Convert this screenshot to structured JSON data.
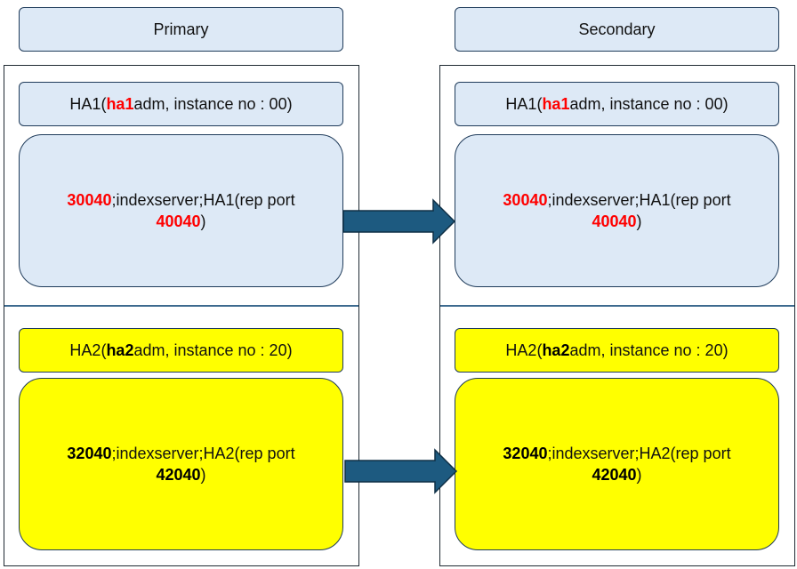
{
  "columns": {
    "primary": {
      "title": "Primary"
    },
    "secondary": {
      "title": "Secondary"
    }
  },
  "instances": [
    {
      "sid": "HA1",
      "user_bold": "ha1",
      "user_rest": "adm, instance no : 00)",
      "sql_port": "30040",
      "service_text": ";indexserver;HA1(rep port",
      "rep_port": "40040",
      "close_paren": ")",
      "open_paren": "(",
      "highlight_color": "#ff0000",
      "box_color": "#dde9f6"
    },
    {
      "sid": "HA2",
      "user_bold": "ha2",
      "user_rest": "adm, instance no : 20)",
      "sql_port": "32040",
      "service_text": ";indexserver;HA2(rep port",
      "rep_port": "42040",
      "close_paren": ")",
      "open_paren": "(",
      "highlight_color": "#000000",
      "box_color": "#ffff00"
    }
  ],
  "arrow_color": "#1d5a80"
}
